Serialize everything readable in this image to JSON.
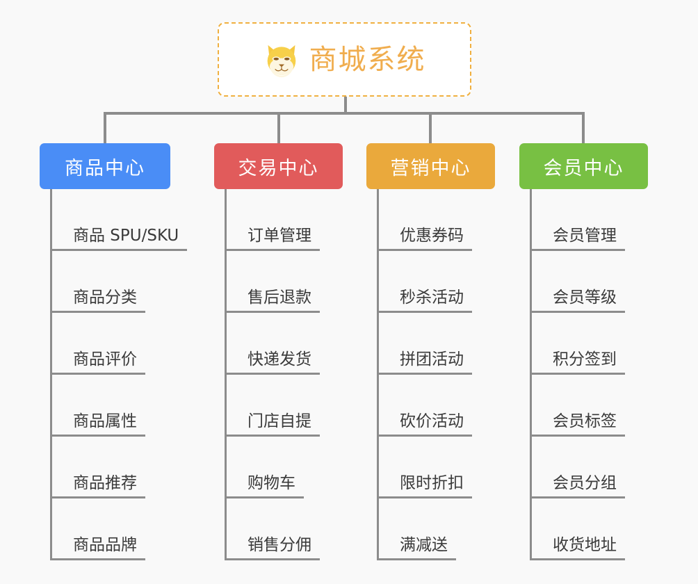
{
  "page": {
    "background_color": "#f9f9f9",
    "connector_color": "#8c8c8c"
  },
  "root": {
    "title": "商城系统",
    "logo_icon": "shiba-dog-face-icon",
    "title_color": "#f0ad4e",
    "border_color": "#f0b040",
    "background_color": "#ffffff"
  },
  "columns": [
    {
      "key": "product-center",
      "label": "商品中心",
      "color": "#4a8df6",
      "items": [
        {
          "label": "商品 SPU/SKU"
        },
        {
          "label": "商品分类"
        },
        {
          "label": "商品评价"
        },
        {
          "label": "商品属性"
        },
        {
          "label": "商品推荐"
        },
        {
          "label": "商品品牌"
        }
      ]
    },
    {
      "key": "trade-center",
      "label": "交易中心",
      "color": "#e15b5b",
      "items": [
        {
          "label": "订单管理"
        },
        {
          "label": "售后退款"
        },
        {
          "label": "快递发货"
        },
        {
          "label": "门店自提"
        },
        {
          "label": "购物车"
        },
        {
          "label": "销售分佣"
        }
      ]
    },
    {
      "key": "marketing-center",
      "label": "营销中心",
      "color": "#eaa93c",
      "items": [
        {
          "label": "优惠券码"
        },
        {
          "label": "秒杀活动"
        },
        {
          "label": "拼团活动"
        },
        {
          "label": "砍价活动"
        },
        {
          "label": "限时折扣"
        },
        {
          "label": "满减送"
        }
      ]
    },
    {
      "key": "member-center",
      "label": "会员中心",
      "color": "#78c043",
      "items": [
        {
          "label": "会员管理"
        },
        {
          "label": "会员等级"
        },
        {
          "label": "积分签到"
        },
        {
          "label": "会员标签"
        },
        {
          "label": "会员分组"
        },
        {
          "label": "收货地址"
        }
      ]
    }
  ]
}
